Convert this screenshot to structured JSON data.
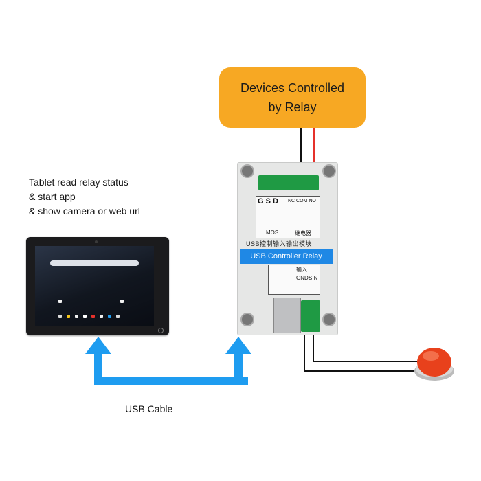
{
  "devices_box": {
    "line1": "Devices Controlled",
    "line2": "by Relay",
    "color": "#f7a823"
  },
  "tablet_description": {
    "line1": "Tablet read relay status",
    "line2": "& start app",
    "line3": "& show camera or web url"
  },
  "relay": {
    "label": "USB Controller Relay",
    "label_color": "#1f88e5",
    "chinese_title": "USB控制输入输出模块",
    "terminals_top_left": "G S D",
    "terminals_top_right": "NC COM NO",
    "sub_left": "MOS",
    "sub_right": "继电器",
    "side_label_gnd": "GND",
    "side_label_sin": "SIN",
    "side_label_input": "输入"
  },
  "cable": {
    "label": "USB Cable",
    "color": "#1e9cf0"
  },
  "button_color": "#e8411c"
}
